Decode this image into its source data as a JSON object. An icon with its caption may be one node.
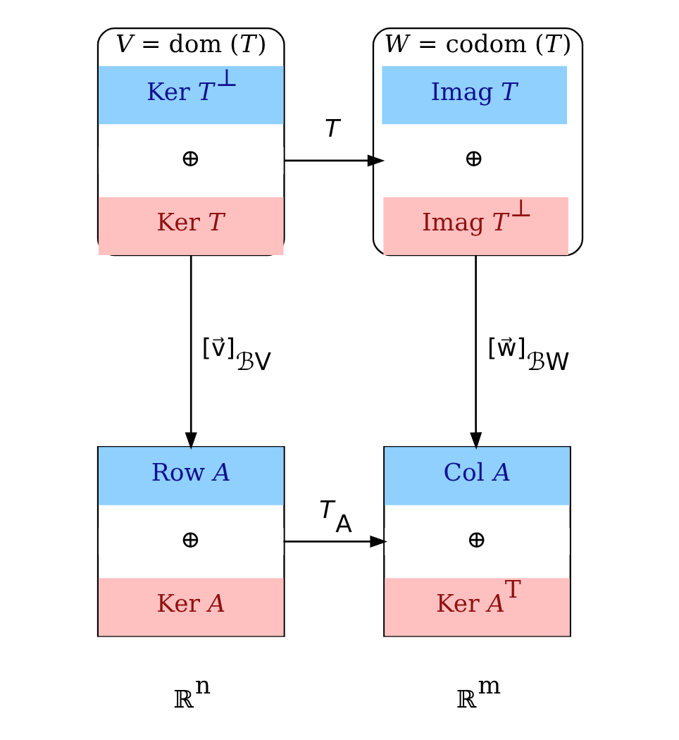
{
  "diagram": {
    "nodes": [
      {
        "text": [
          "*V* = dom (*T*)"
        ]
      },
      {
        "text": [
          "Ker *T*$^{⊥}$"
        ],
        "in": 0
      },
      {
        "text": [
          "Ker *T*"
        ],
        "in": 0
      },
      {
        "text": [
          "*W* = codom (*T*)"
        ]
      },
      {
        "text": [
          "Imag *T*"
        ],
        "in": 3
      },
      {
        "text": [
          "Imag *T*$^{⊥}$"
        ],
        "in": 3
      },
      {
        "text": [],
        "shape": "box",
        "beside": [
          "ℝ$^{n}$"
        ]
      },
      {
        "text": [
          "Row *A*"
        ],
        "in": 6
      },
      {
        "text": [
          "Ker *A*"
        ],
        "in": 6
      },
      {
        "text": [],
        "shape": "box",
        "beside": [
          "ℝ$^{m}$"
        ]
      },
      {
        "text": [
          "Col *A*"
        ],
        "in": 9
      },
      {
        "text": [
          "Ker *A*$^{T}$"
        ],
        "in": 9
      }
    ],
    "edges": [
      {
        "from": 0,
        "to": 3,
        "arrow": "to",
        "label": "*T*"
      },
      {
        "from": 0,
        "to": 6,
        "arrow": "to",
        "label": "[v⃗]$_{ℬV}$"
      },
      {
        "from": 3,
        "to": 9,
        "arrow": "to",
        "label": "[w⃗]$_{ℬW}$"
      },
      {
        "from": 6,
        "to": 9,
        "arrow": "to",
        "label": "*T*$_{A}$"
      }
    ],
    "labels": [
      "⊕",
      "⊕",
      "⊕",
      "⊕"
    ]
  }
}
